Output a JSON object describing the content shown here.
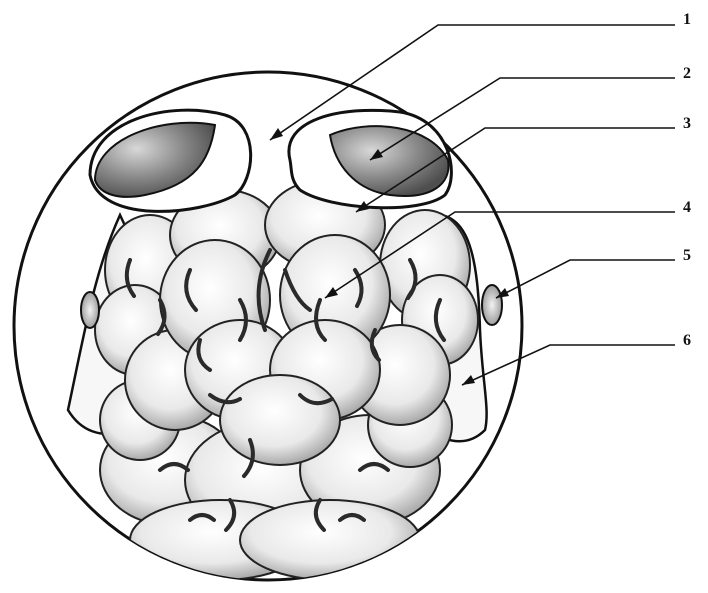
{
  "labels": [
    "1",
    "2",
    "3",
    "4",
    "5",
    "6"
  ],
  "colors": {
    "ink": "#111111",
    "fill_light": "#f4f4f4",
    "fill_mid": "#cfcfcf",
    "fill_dark": "#6a6a6a",
    "background": "#ffffff"
  }
}
